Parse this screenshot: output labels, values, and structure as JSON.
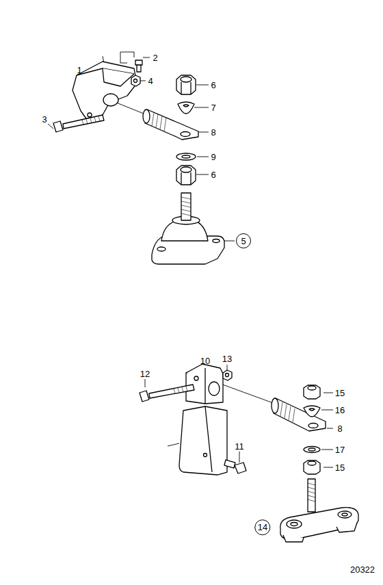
{
  "diagram": {
    "nodes": [
      {
        "text": [
          "5"
        ]
      },
      {
        "text": [
          "14"
        ]
      }
    ],
    "edges": [],
    "labels": [
      "1",
      "2",
      "4",
      "3",
      "6",
      "7",
      "8",
      "9",
      "6",
      "10",
      "13",
      "12",
      "15",
      "16",
      "8",
      "17",
      "15",
      "11",
      "20322"
    ]
  }
}
